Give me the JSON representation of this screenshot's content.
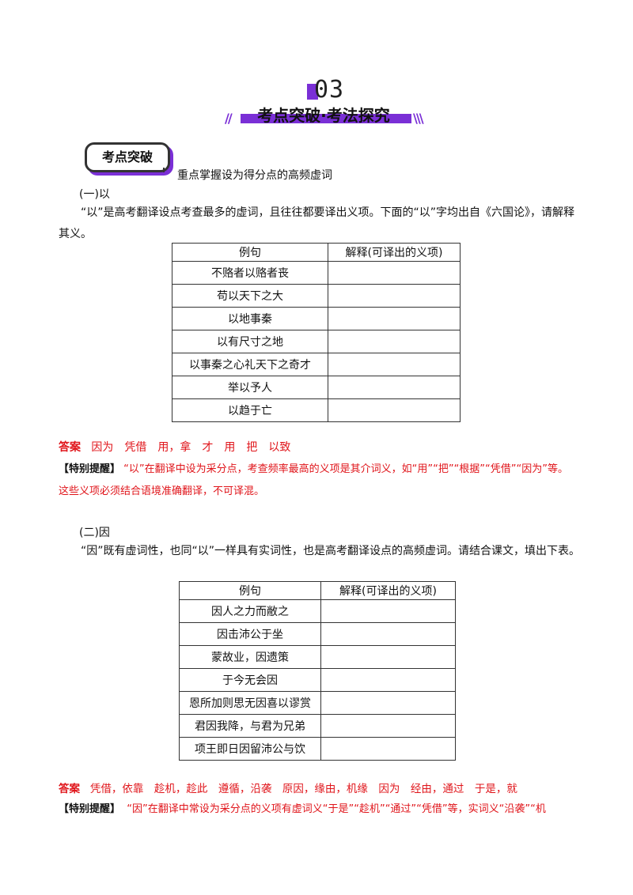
{
  "header": {
    "number": "03",
    "banner": "考点突破·考法探究",
    "slash_left": "//",
    "slash_right": "\\\\\\"
  },
  "badge": "考点突破",
  "intro": "重点掌握设为得分点的高频虚词",
  "section1": {
    "heading": "(一)以",
    "paragraph": "“以”是高考翻译设点考查最多的虚词，且往往都要译出义项。下面的“以”字均出自《六国论》，请解释其义。",
    "col1": "例句",
    "col2": "解释(可译出的义项)",
    "rows": [
      "不赂者以赂者丧",
      "苟以天下之大",
      "以地事秦",
      "以有尺寸之地",
      "以事秦之心礼天下之奇才",
      "举以予人",
      "以趋于亡"
    ],
    "answer_label": "答案",
    "answer": "因为　凭借　用，拿　才　用　把　以致",
    "tip_label": "【特别提醒】",
    "tip_line1": "“以”在翻译中设为采分点，考查频率最高的义项是其介词义，如“用”“把”“根据”“凭借”“因为”等。",
    "tip_line2": "这些义项必须结合语境准确翻译，不可译混。"
  },
  "section2": {
    "heading": "(二)因",
    "paragraph": "“因”既有虚词性，也同“以”一样具有实词性，也是高考翻译设点的高频虚词。请结合课文，填出下表。",
    "col1": "例句",
    "col2": "解释(可译出的义项)",
    "rows": [
      "因人之力而敝之",
      "因击沛公于坐",
      "蒙故业，因遗策",
      "于今无会因",
      "恩所加则思无因喜以谬赏",
      "君因我降，与君为兄弟",
      "项王即日因留沛公与饮"
    ],
    "answer_label": "答案",
    "answer": "凭借，依靠　趁机，趁此　遵循，沿袭　原因，缘由，机缘　因为　经由，通过　于是，就",
    "tip_label": "【特别提醒】",
    "tip_line1": "“因”在翻译中常设为采分点的义项有虚词义“于是”“趁机”“通过”“凭借”等，实词义“沿袭”“机"
  }
}
